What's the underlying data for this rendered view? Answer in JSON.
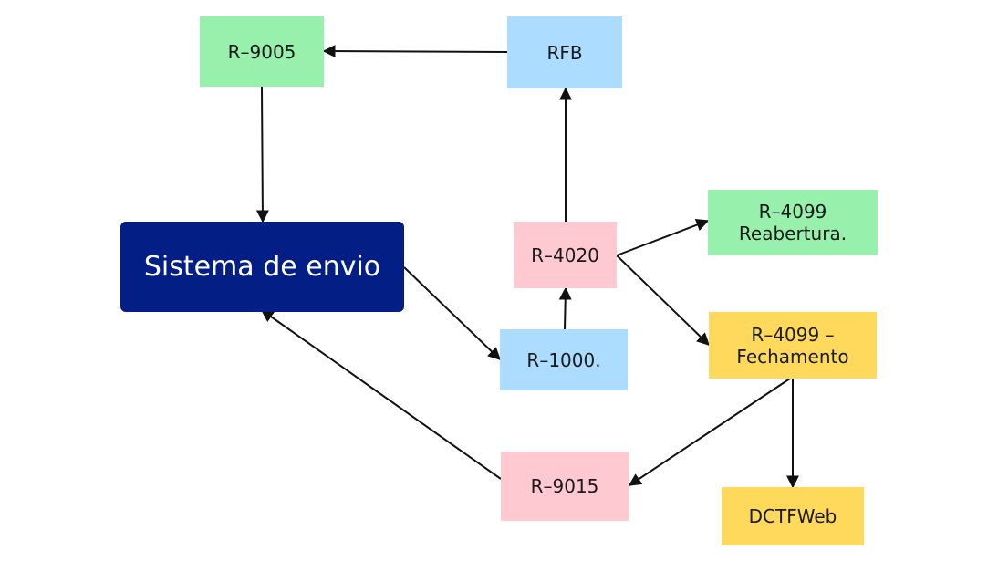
{
  "nodes": {
    "r9005": {
      "label": "R–9005"
    },
    "rfb": {
      "label": "RFB"
    },
    "sistema": {
      "label": "Sistema de envio"
    },
    "r4020": {
      "label": "R–4020"
    },
    "r4099_reabertura": {
      "label": "R–4099\nReabertura."
    },
    "r1000": {
      "label": "R–1000."
    },
    "r4099_fechamento": {
      "label": "R–4099 –\nFechamento"
    },
    "r9015": {
      "label": "R–9015"
    },
    "dctfweb": {
      "label": "DCTFWeb"
    }
  },
  "colors": {
    "green": "#98f0ad",
    "blue": "#acdcff",
    "pink": "#ffc9d1",
    "yellow": "#ffd95c",
    "navy": "#031f86",
    "arrow": "#111111"
  },
  "edges": [
    {
      "from": "rfb",
      "to": "r9005"
    },
    {
      "from": "r9005",
      "to": "sistema"
    },
    {
      "from": "sistema",
      "to": "r1000"
    },
    {
      "from": "r1000",
      "to": "r4020"
    },
    {
      "from": "r4020",
      "to": "rfb"
    },
    {
      "from": "r4020",
      "to": "r4099_reabertura"
    },
    {
      "from": "r4020",
      "to": "r4099_fechamento"
    },
    {
      "from": "r4099_fechamento",
      "to": "r9015"
    },
    {
      "from": "r4099_fechamento",
      "to": "dctfweb"
    },
    {
      "from": "r9015",
      "to": "sistema"
    }
  ]
}
